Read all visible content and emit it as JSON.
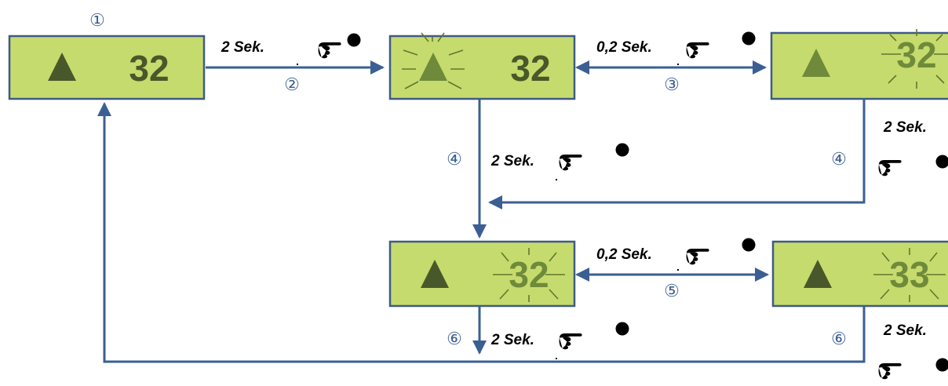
{
  "steps": {
    "s1": "①",
    "s2": "②",
    "s3": "③",
    "s4a": "④",
    "s4b": "④",
    "s5": "⑤",
    "s6a": "⑥",
    "s6b": "⑥"
  },
  "displays": {
    "d1": {
      "value": "32",
      "triangle": "steady",
      "number": "steady"
    },
    "d2": {
      "value": "32",
      "triangle": "blinking",
      "number": "steady"
    },
    "d3": {
      "value": "32",
      "triangle": "steady",
      "number": "blinking"
    },
    "d4": {
      "value": "32",
      "triangle": "steady",
      "number": "blinking"
    },
    "d5": {
      "value": "33",
      "triangle": "steady",
      "number": "blinking"
    }
  },
  "labels": {
    "t12": "2 Sek.",
    "t23": "0,2 Sek.",
    "t24": "2 Sek.",
    "t34": "2 Sek.",
    "t45": "0,2 Sek.",
    "t46": "2 Sek.",
    "t56": "2 Sek."
  },
  "colors": {
    "lcd_background": "#c6db6d",
    "lcd_border": "#3f5b86",
    "arrow": "#3b5f93",
    "symbol": "#49582a"
  },
  "icons": {
    "hand": "pointing-hand-icon",
    "press": "filled-circle-icon"
  }
}
